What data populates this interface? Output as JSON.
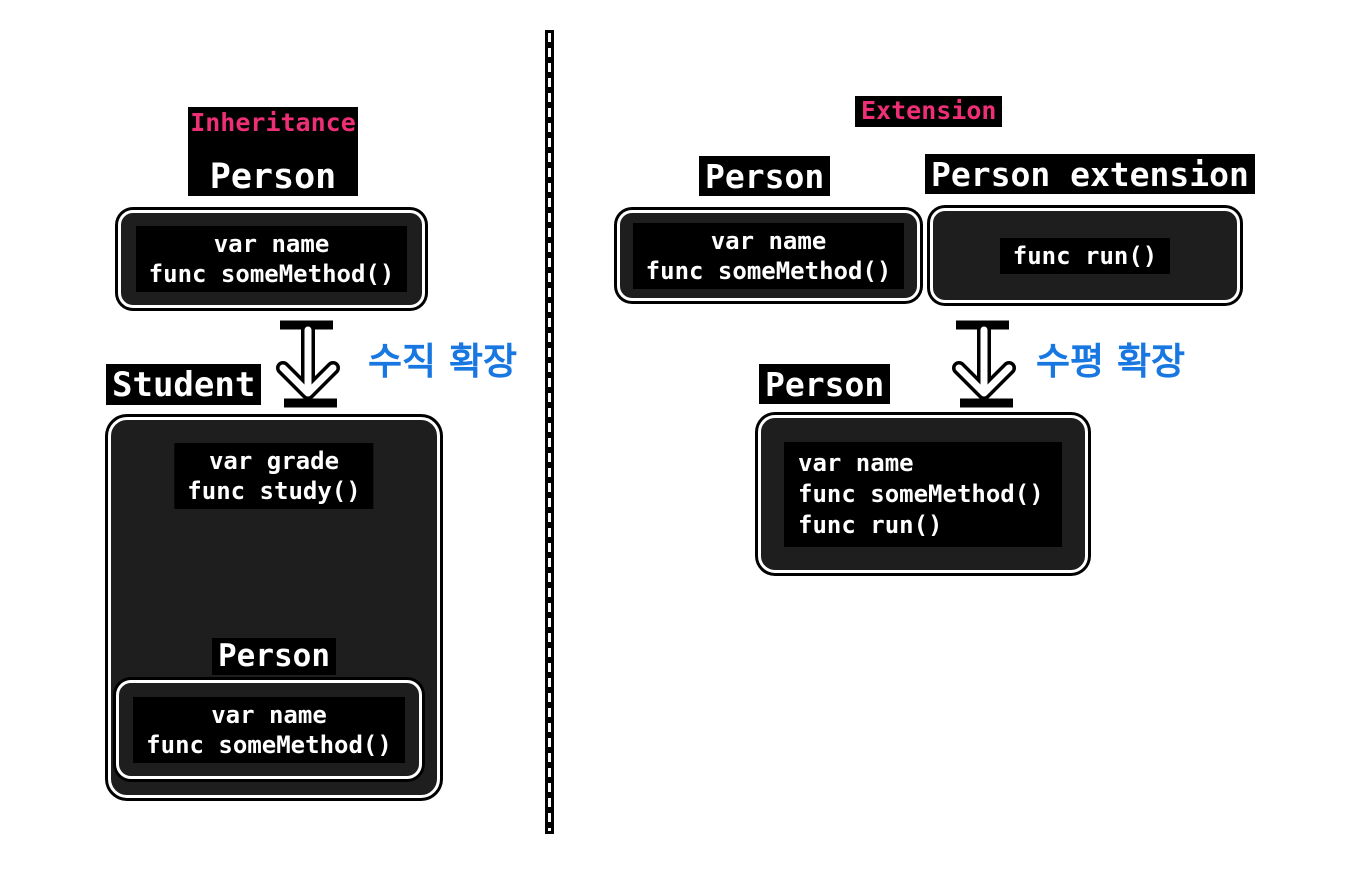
{
  "colors": {
    "accent_pink": "#EE2E75",
    "accent_blue": "#1877E0",
    "box_interior": "#1E1E1E",
    "code_background": "#000000",
    "text": "#FFFFFF",
    "page_background": "#FFFFFF"
  },
  "left_panel": {
    "title": "Inheritance",
    "parent_class": {
      "name": "Person",
      "members": [
        "var name",
        "func someMethod()"
      ]
    },
    "arrow_label": "수직 확장",
    "child_class": {
      "name": "Student",
      "members": [
        "var grade",
        "func study()"
      ],
      "inherited_label": "Person",
      "inherited_members": [
        "var name",
        "func someMethod()"
      ]
    }
  },
  "right_panel": {
    "title": "Extension",
    "base_class": {
      "name": "Person",
      "members": [
        "var name",
        "func someMethod()"
      ]
    },
    "extension_block": {
      "name": "Person extension",
      "members": [
        "func run()"
      ]
    },
    "arrow_label": "수평 확장",
    "result_class": {
      "name": "Person",
      "members": [
        "var name",
        "func someMethod()",
        "func run()"
      ]
    }
  }
}
